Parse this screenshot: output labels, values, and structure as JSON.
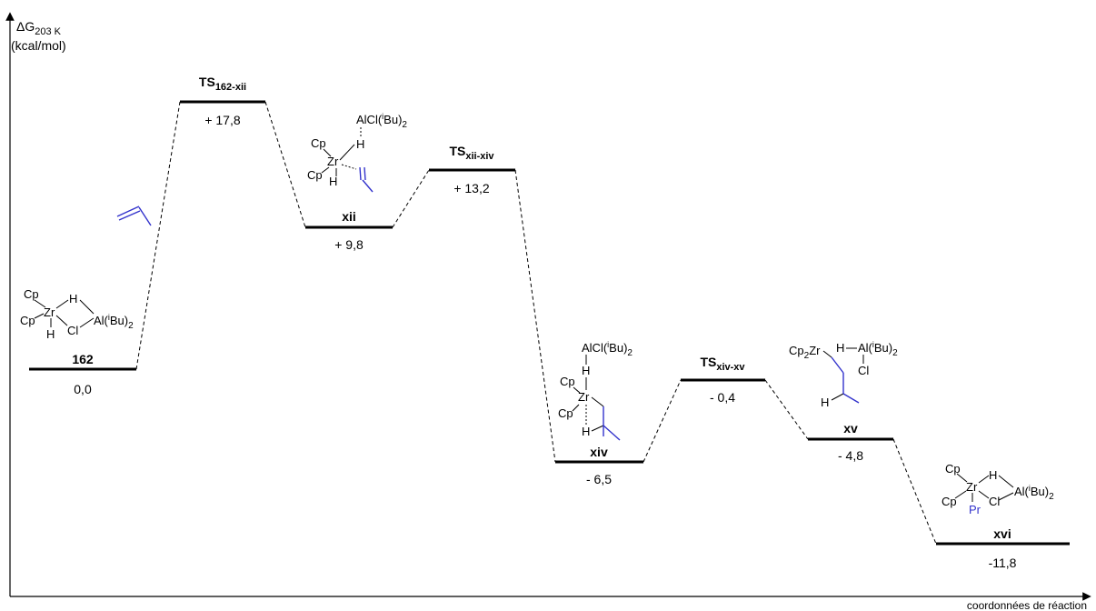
{
  "axes": {
    "y_label_main": "ΔG",
    "y_label_sub": "203 K",
    "y_unit": "(kcal/mol)",
    "x_label": "coordonnées de réaction"
  },
  "colors": {
    "olefin": "#3333cc",
    "line": "#000000"
  },
  "states": [
    {
      "name": "162",
      "value": "0,0",
      "energy": 0.0
    },
    {
      "name": "TS",
      "name_sub": "162-xii",
      "value": "+ 17,8",
      "energy": 17.8
    },
    {
      "name": "xii",
      "value": "+ 9,8",
      "energy": 9.8
    },
    {
      "name": "TS",
      "name_sub": "xii-xiv",
      "value": "+ 13,2",
      "energy": 13.2
    },
    {
      "name": "xiv",
      "value": "- 6,5",
      "energy": -6.5
    },
    {
      "name": "TS",
      "name_sub": "xiv-xv",
      "value": "- 0,4",
      "energy": -0.4
    },
    {
      "name": "xv",
      "value": "- 4,8",
      "energy": -4.8
    },
    {
      "name": "xvi",
      "value": "-11,8",
      "energy": -11.8
    }
  ],
  "structures": {
    "s162": {
      "cp_top": "Cp",
      "cp_bottom": "Cp",
      "zr": "Zr",
      "h_top": "H",
      "h_bottom": "H",
      "cl": "Cl",
      "al": "Al(",
      "al_sup": "i",
      "al_rest": "Bu)",
      "al_sub": "2"
    },
    "sxii": {
      "alcl": "AlCl(",
      "alcl_sup": "i",
      "alcl_rest": "Bu)",
      "alcl_sub": "2",
      "h_top": "H",
      "cp_top": "Cp",
      "zr": "Zr",
      "cp_bottom": "Cp",
      "h_bottom": "H"
    },
    "sxiv": {
      "alcl": "AlCl(",
      "alcl_sup": "i",
      "alcl_rest": "Bu)",
      "alcl_sub": "2",
      "h_top": "H",
      "cp_top": "Cp",
      "zr": "Zr",
      "cp_bottom": "Cp",
      "h_bottom": "H"
    },
    "sxv": {
      "cp2zr": "Cp",
      "cp2zr_sub": "2",
      "cp2zr_rest": "Zr",
      "h": "H",
      "al": "Al(",
      "al_sup": "i",
      "al_rest": "Bu)",
      "al_sub": "2",
      "cl": "Cl",
      "h_bottom": "H"
    },
    "sxvi": {
      "cp_top": "Cp",
      "cp_bottom": "Cp",
      "zr": "Zr",
      "h": "H",
      "pr": "Pr",
      "cl": "Cl",
      "al": "Al(",
      "al_sup": "i",
      "al_rest": "Bu)",
      "al_sub": "2"
    }
  }
}
